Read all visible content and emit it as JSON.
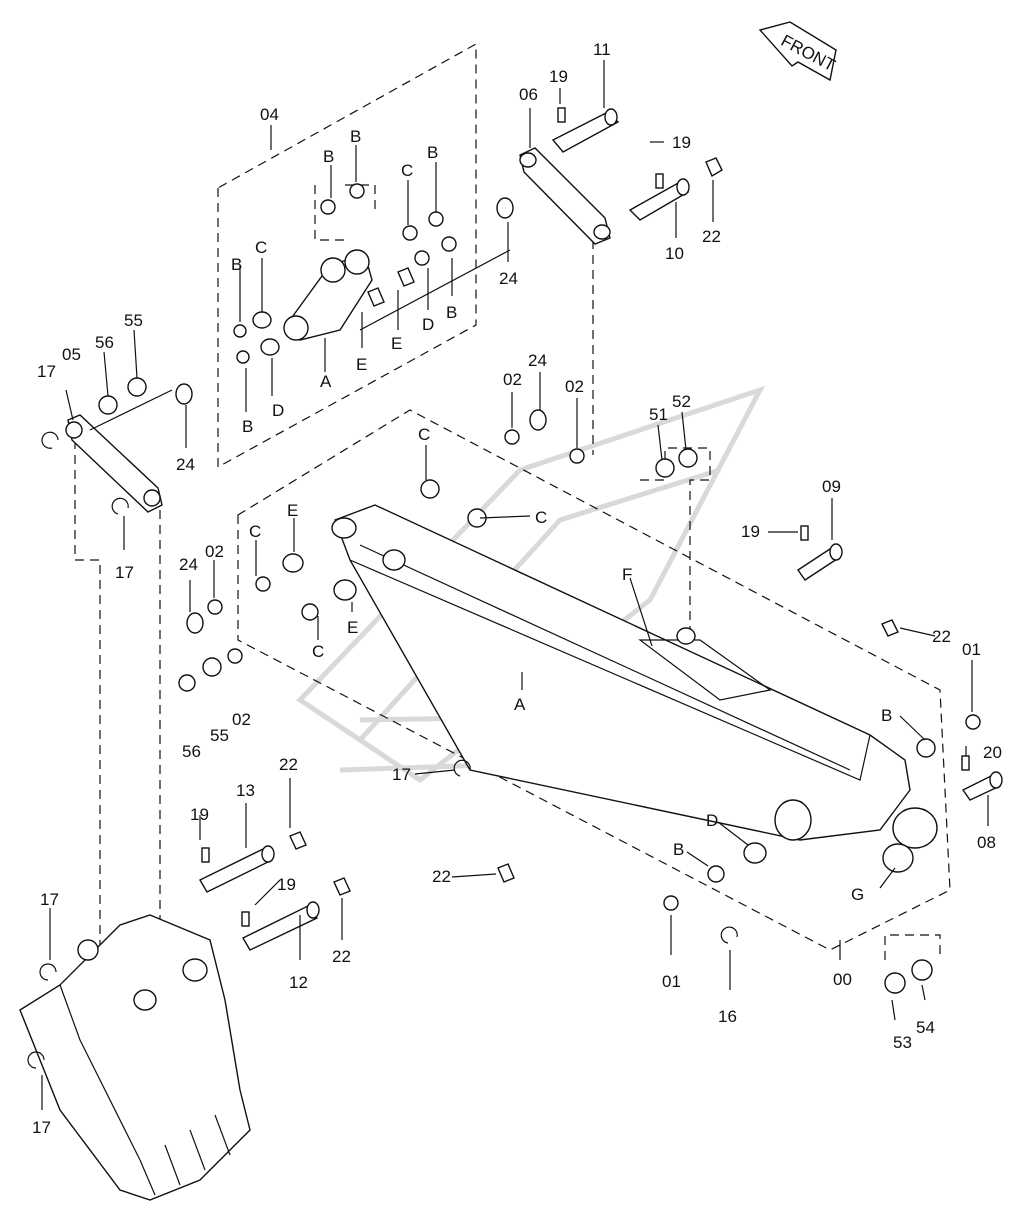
{
  "front_label": "FRONT",
  "callouts": [
    {
      "id": "c00",
      "text": "00"
    },
    {
      "id": "c01a",
      "text": "01"
    },
    {
      "id": "c01b",
      "text": "01"
    },
    {
      "id": "c02a",
      "text": "02"
    },
    {
      "id": "c02b",
      "text": "02"
    },
    {
      "id": "c02c",
      "text": "02"
    },
    {
      "id": "c02d",
      "text": "02"
    },
    {
      "id": "c04",
      "text": "04"
    },
    {
      "id": "c05",
      "text": "05"
    },
    {
      "id": "c06",
      "text": "06"
    },
    {
      "id": "c08",
      "text": "08"
    },
    {
      "id": "c09",
      "text": "09"
    },
    {
      "id": "c10",
      "text": "10"
    },
    {
      "id": "c11",
      "text": "11"
    },
    {
      "id": "c12",
      "text": "12"
    },
    {
      "id": "c13",
      "text": "13"
    },
    {
      "id": "c16",
      "text": "16"
    },
    {
      "id": "c17a",
      "text": "17"
    },
    {
      "id": "c17b",
      "text": "17"
    },
    {
      "id": "c17c",
      "text": "17"
    },
    {
      "id": "c17d",
      "text": "17"
    },
    {
      "id": "c17e",
      "text": "17"
    },
    {
      "id": "c19a",
      "text": "19"
    },
    {
      "id": "c19b",
      "text": "19"
    },
    {
      "id": "c19c",
      "text": "19"
    },
    {
      "id": "c19d",
      "text": "19"
    },
    {
      "id": "c19e",
      "text": "19"
    },
    {
      "id": "c20",
      "text": "20"
    },
    {
      "id": "c22a",
      "text": "22"
    },
    {
      "id": "c22b",
      "text": "22"
    },
    {
      "id": "c22c",
      "text": "22"
    },
    {
      "id": "c22d",
      "text": "22"
    },
    {
      "id": "c22e",
      "text": "22"
    },
    {
      "id": "c24a",
      "text": "24"
    },
    {
      "id": "c24b",
      "text": "24"
    },
    {
      "id": "c24c",
      "text": "24"
    },
    {
      "id": "c24d",
      "text": "24"
    },
    {
      "id": "c51",
      "text": "51"
    },
    {
      "id": "c52",
      "text": "52"
    },
    {
      "id": "c53",
      "text": "53"
    },
    {
      "id": "c54",
      "text": "54"
    },
    {
      "id": "c55a",
      "text": "55"
    },
    {
      "id": "c55b",
      "text": "55"
    },
    {
      "id": "c56a",
      "text": "56"
    },
    {
      "id": "c56b",
      "text": "56"
    },
    {
      "id": "cA1",
      "text": "A"
    },
    {
      "id": "cA2",
      "text": "A"
    },
    {
      "id": "cB1",
      "text": "B"
    },
    {
      "id": "cB2",
      "text": "B"
    },
    {
      "id": "cB3",
      "text": "B"
    },
    {
      "id": "cB4",
      "text": "B"
    },
    {
      "id": "cB5",
      "text": "B"
    },
    {
      "id": "cB6",
      "text": "B"
    },
    {
      "id": "cB7",
      "text": "B"
    },
    {
      "id": "cB8",
      "text": "B"
    },
    {
      "id": "cC1",
      "text": "C"
    },
    {
      "id": "cC2",
      "text": "C"
    },
    {
      "id": "cC3",
      "text": "C"
    },
    {
      "id": "cC4",
      "text": "C"
    },
    {
      "id": "cC5",
      "text": "C"
    },
    {
      "id": "cC6",
      "text": "C"
    },
    {
      "id": "cD1",
      "text": "D"
    },
    {
      "id": "cD2",
      "text": "D"
    },
    {
      "id": "cD3",
      "text": "D"
    },
    {
      "id": "cE1",
      "text": "E"
    },
    {
      "id": "cE2",
      "text": "E"
    },
    {
      "id": "cE3",
      "text": "E"
    },
    {
      "id": "cE4",
      "text": "E"
    },
    {
      "id": "cF",
      "text": "F"
    },
    {
      "id": "cG",
      "text": "G"
    }
  ]
}
